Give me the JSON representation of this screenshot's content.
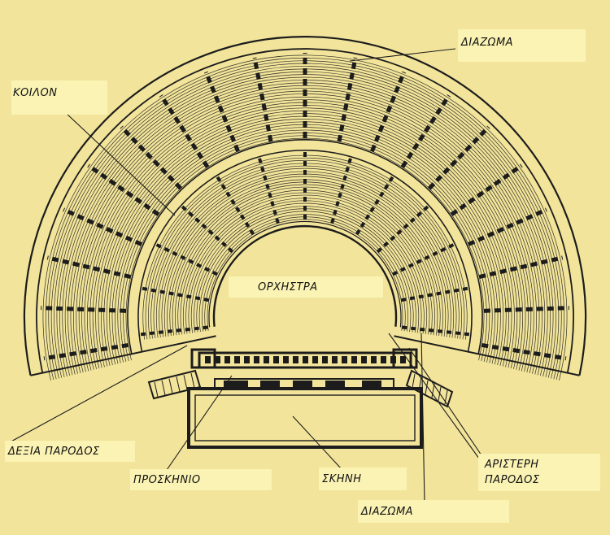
{
  "colors": {
    "paper": "#f2e49a",
    "ink": "#1c1c1c",
    "label_box": "#fbf3b4"
  },
  "labels": {
    "koilon": "ΚΟΙΛΟΝ",
    "diazoma_top": "ΔΙΑΖΩΜΑ",
    "orchestra": "ΟΡΧΗΣΤΡΑ",
    "dexia_parodos": "ΔΕΞΙΑ ΠΑΡΟΔΟΣ",
    "proskinio": "ΠΡΟΣΚΗΝΙΟ",
    "skini": "ΣΚΗΝΗ",
    "aristeri_parodos_line1": "ΑΡΙΣΤΕΡΗ",
    "aristeri_parodos_line2": "ΠΑΡΟΔΟΣ",
    "diazoma_bottom": "ΔΙΑΖΩΜΑ"
  }
}
